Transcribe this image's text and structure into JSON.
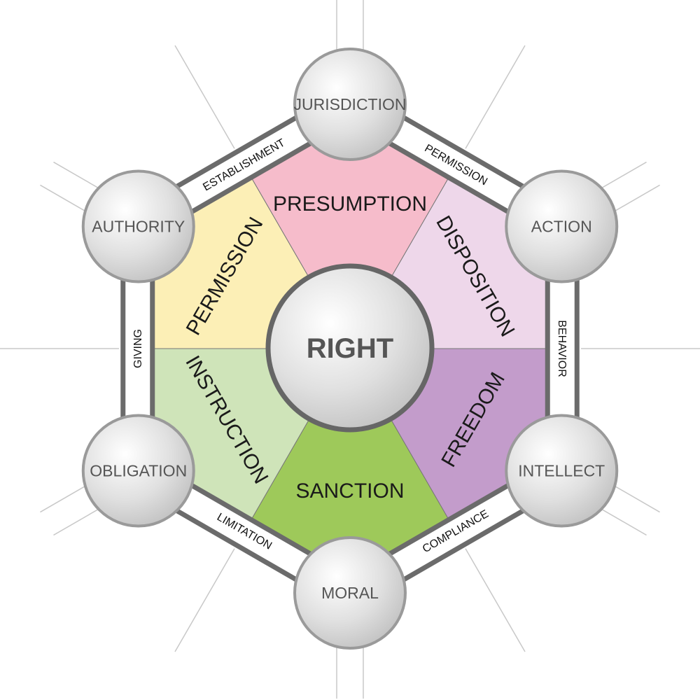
{
  "center": {
    "label": "RIGHT"
  },
  "segments": [
    {
      "label": "PRESUMPTION",
      "color": "#f6bccb"
    },
    {
      "label": "DISPOSITION",
      "color": "#eed7ea"
    },
    {
      "label": "FREEDOM",
      "color": "#c39ccb"
    },
    {
      "label": "SANCTION",
      "color": "#9ec95a"
    },
    {
      "label": "INSTRUCTION",
      "color": "#cfe4b9"
    },
    {
      "label": "PERMISSION",
      "color": "#fcefb6"
    }
  ],
  "nodes": [
    {
      "label": "JURISDICTION"
    },
    {
      "label": "ACTION"
    },
    {
      "label": "INTELLECT"
    },
    {
      "label": "MORAL"
    },
    {
      "label": "OBLIGATION"
    },
    {
      "label": "AUTHORITY"
    }
  ],
  "edges": [
    {
      "label": "PERMISSION"
    },
    {
      "label": "BEHAVIOR"
    },
    {
      "label": "COMPLIANCE"
    },
    {
      "label": "LIMITATION"
    },
    {
      "label": "GIVING"
    },
    {
      "label": "ESTABLISHMENT"
    }
  ],
  "colors": {
    "hex_border": "#6b6b6b",
    "node_stroke": "#9a9a9a",
    "center_stroke": "#666666",
    "ray": "#c8c8c8"
  }
}
